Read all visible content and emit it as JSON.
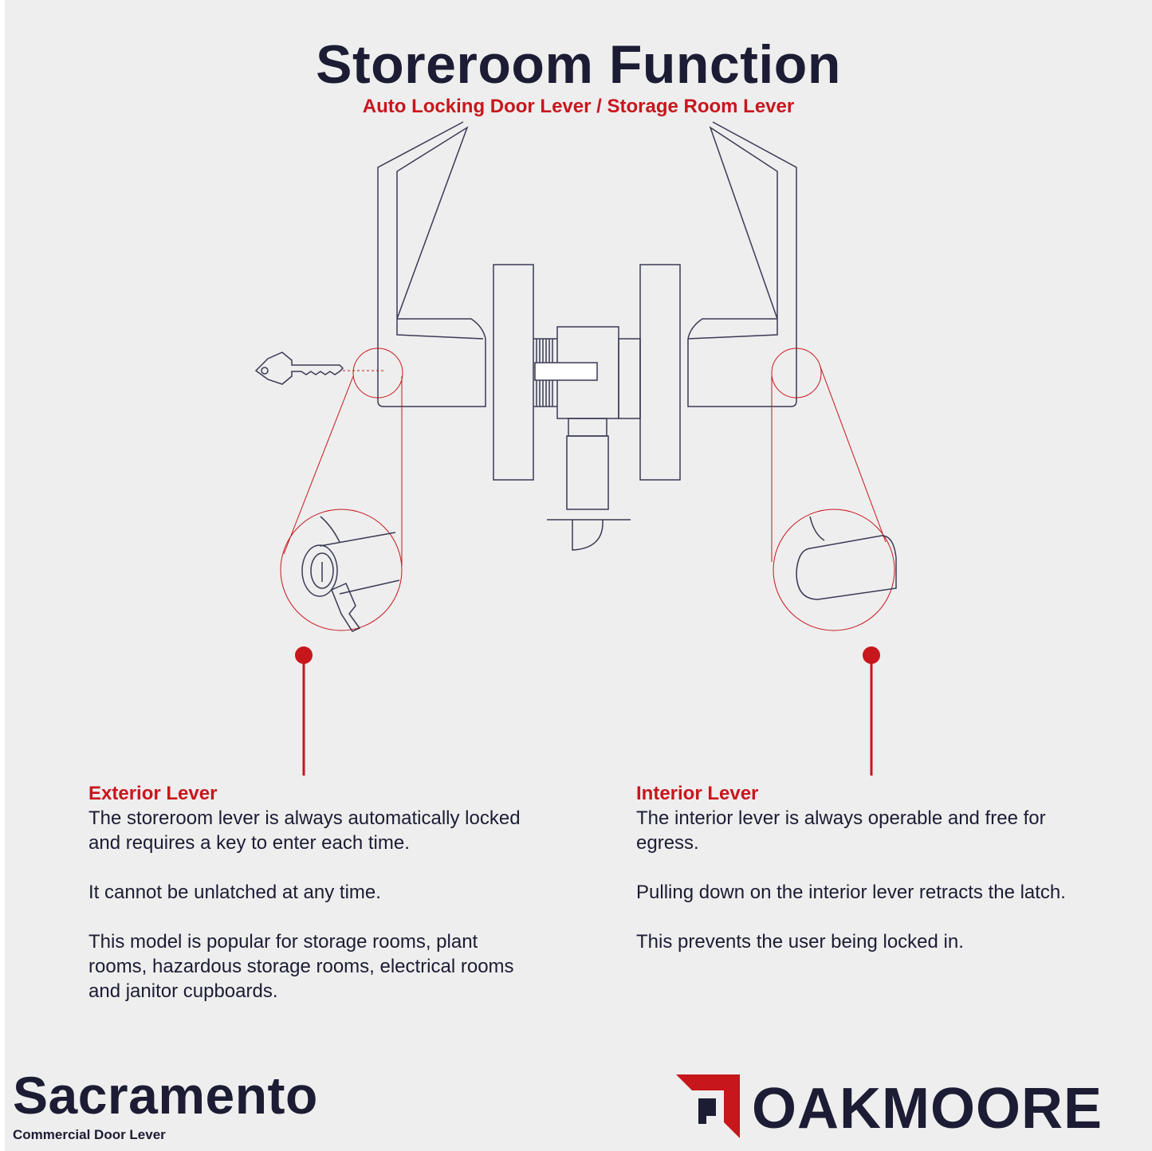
{
  "header": {
    "title": "Storeroom Function",
    "subtitle": "Auto Locking Door Lever / Storage Room Lever"
  },
  "exterior": {
    "heading": "Exterior Lever",
    "paragraphs": [
      "The storeroom lever is always automatically locked and requires a key to enter each time.",
      "It cannot be unlatched at any time.",
      "This model is popular for storage rooms, plant rooms, hazardous storage rooms, electrical rooms and janitor cupboards."
    ]
  },
  "interior": {
    "heading": "Interior Lever",
    "paragraphs": [
      "The interior lever is always operable and free for egress.",
      "Pulling down on the interior lever retracts the latch.",
      "This prevents the user being locked in."
    ]
  },
  "product": {
    "name": "Sacramento",
    "subtitle": "Commercial Door Lever"
  },
  "brand": {
    "name": "OAKMOORE"
  },
  "colors": {
    "background": "#eeeeee",
    "navy": "#1c1c34",
    "red": "#c8161d"
  },
  "icons": [
    "key-icon",
    "oakmoore-logo-icon"
  ]
}
